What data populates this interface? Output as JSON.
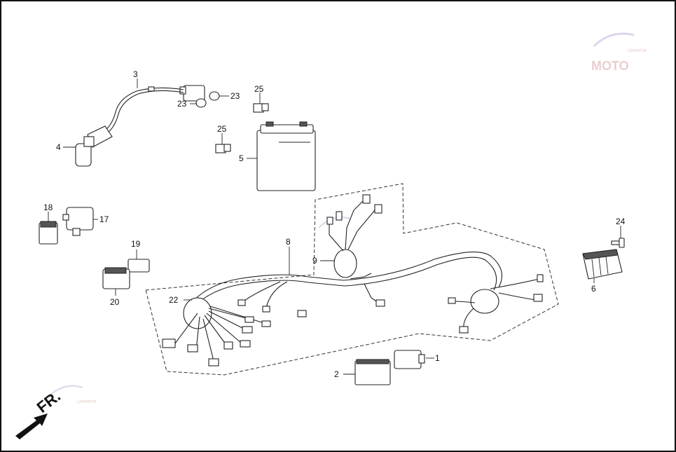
{
  "diagram": {
    "callouts": [
      "1",
      "2",
      "3",
      "4",
      "5",
      "6",
      "8",
      "9",
      "17",
      "18",
      "19",
      "20",
      "22",
      "23",
      "23",
      "24",
      "25",
      "25"
    ],
    "direction_label": "FR.",
    "watermark": {
      "text": "MOTO",
      "subtext": "Universe"
    }
  }
}
